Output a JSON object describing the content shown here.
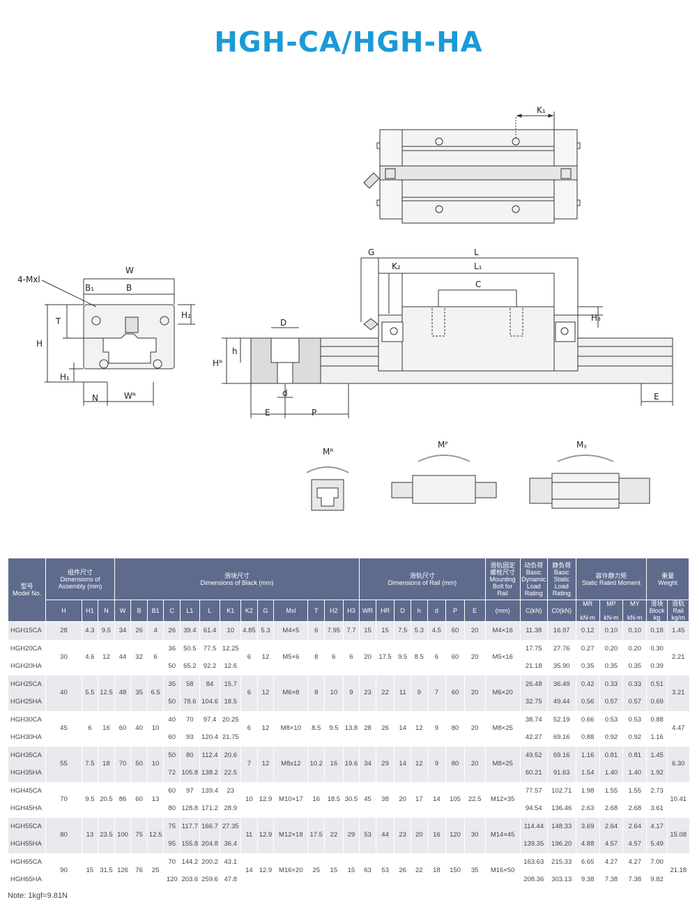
{
  "title": "HGH-CA/HGH-HA",
  "drawing_labels": {
    "k1": "K₁",
    "g": "G",
    "l": "L",
    "k2": "K₂",
    "l1": "L₁",
    "c": "C",
    "h3": "H₃",
    "w": "W",
    "b1": "B₁",
    "b": "B",
    "mxl": "4-Mxl",
    "t": "T",
    "h": "H",
    "h2": "H₂",
    "h1": "H₁",
    "n": "N",
    "wr": "Wᴿ",
    "d_upper": "D",
    "hr": "Hᴿ",
    "h_small": "h",
    "d_lower": "d",
    "e_left": "E",
    "p": "P",
    "e_right": "E",
    "mr": "Mᴿ",
    "mp": "Mᴾ",
    "my": "Mᵧ"
  },
  "table": {
    "header_groups": {
      "model": "型号\nModel No.",
      "assembly": "组件尺寸\nDimensions of\nAssembly (mm)",
      "block": "滑块尺寸\nDimensions of Black (mm)",
      "rail": "滑轨尺寸\nDimensions of Rail (mm)",
      "bolt": "滑轨固定\n螺栓尺寸\nMounting\nBolt for\nRail",
      "dynamic": "动负荷\nBasic\nDynamic\nLoad\nRating",
      "static": "静负荷\nBasic\nStatic\nLoad\nRating",
      "moment": "容许静力矩\nStatic Rated Moment",
      "weight": "重量\nWeight"
    },
    "sub_headers": [
      "H",
      "H1",
      "N",
      "W",
      "B",
      "B1",
      "C",
      "L1",
      "L",
      "K1",
      "K2",
      "G",
      "Mxl",
      "T",
      "H2",
      "H3",
      "WR",
      "HR",
      "D",
      "h",
      "d",
      "P",
      "E",
      "(mm)",
      "C(kN)",
      "C0(kN)",
      "MR\n\nkN-m",
      "MP\n\nkN-m",
      "MY\n\nkN-m",
      "滑块\nBlock\nkg",
      "滑轨\nRail\nkg/m"
    ],
    "groups": [
      {
        "shade": 0,
        "rows": [
          [
            "HGH15CA",
            "28",
            "4.3",
            "9.5",
            "34",
            "26",
            "4",
            "26",
            "39.4",
            "61.4",
            "10",
            "4.85",
            "5.3",
            "M4×5",
            "6",
            "7.95",
            "7.7",
            "15",
            "15",
            "7.5",
            "5.3",
            "4.5",
            "60",
            "20",
            "M4×16",
            "11.38",
            "16.97",
            "0.12",
            "0.10",
            "0.10",
            "0.18",
            "1.45"
          ]
        ]
      },
      {
        "shade": 1,
        "rows": [
          [
            "HGH20CA",
            "",
            "",
            "",
            "",
            "",
            "",
            "36",
            "50.5",
            "77.5",
            "12.25",
            "",
            "",
            "",
            "",
            "",
            "",
            "",
            "",
            "",
            "",
            "",
            "",
            "",
            "",
            "17.75",
            "27.76",
            "0.27",
            "0.20",
            "0.20",
            "0.30",
            ""
          ],
          [
            "",
            "30",
            "4.6",
            "12",
            "44",
            "32",
            "6",
            "",
            "",
            "",
            "",
            "6",
            "12",
            "M5×6",
            "8",
            "6",
            "6",
            "20",
            "17.5",
            "9.5",
            "8.5",
            "6",
            "60",
            "20",
            "M5×16",
            "",
            "",
            "",
            "",
            "",
            "",
            "2.21"
          ],
          [
            "HGH20HA",
            "",
            "",
            "",
            "",
            "",
            "",
            "50",
            "65.2",
            "92.2",
            "12.6",
            "",
            "",
            "",
            "",
            "",
            "",
            "",
            "",
            "",
            "",
            "",
            "",
            "",
            "",
            "21.18",
            "35.90",
            "0.35",
            "0.35",
            "0.35",
            "0.39",
            ""
          ]
        ]
      },
      {
        "shade": 0,
        "rows": [
          [
            "HGH25CA",
            "",
            "",
            "",
            "",
            "",
            "",
            "35",
            "58",
            "84",
            "15.7",
            "",
            "",
            "",
            "",
            "",
            "",
            "",
            "",
            "",
            "",
            "",
            "",
            "",
            "",
            "26.48",
            "36.49",
            "0.42",
            "0.33",
            "0.33",
            "0.51",
            ""
          ],
          [
            "",
            "40",
            "5.5",
            "12.5",
            "48",
            "35",
            "6.5",
            "",
            "",
            "",
            "",
            "6",
            "12",
            "M6×8",
            "8",
            "10",
            "9",
            "23",
            "22",
            "11",
            "9",
            "7",
            "60",
            "20",
            "M6×20",
            "",
            "",
            "",
            "",
            "",
            "",
            "3.21"
          ],
          [
            "HGH25HA",
            "",
            "",
            "",
            "",
            "",
            "",
            "50",
            "78.6",
            "104.6",
            "18.5",
            "",
            "",
            "",
            "",
            "",
            "",
            "",
            "",
            "",
            "",
            "",
            "",
            "",
            "",
            "32.75",
            "49.44",
            "0.56",
            "0.57",
            "0.57",
            "0.69",
            ""
          ]
        ]
      },
      {
        "shade": 1,
        "rows": [
          [
            "HGH30CA",
            "",
            "",
            "",
            "",
            "",
            "",
            "40",
            "70",
            "97.4",
            "20.25",
            "",
            "",
            "",
            "",
            "",
            "",
            "",
            "",
            "",
            "",
            "",
            "",
            "",
            "",
            "38.74",
            "52.19",
            "0.66",
            "0.53",
            "0.53",
            "0.88",
            ""
          ],
          [
            "",
            "45",
            "6",
            "16",
            "60",
            "40",
            "10",
            "",
            "",
            "",
            "",
            "6",
            "12",
            "M8×10",
            "8.5",
            "9.5",
            "13.8",
            "28",
            "26",
            "14",
            "12",
            "9",
            "80",
            "20",
            "M8×25",
            "",
            "",
            "",
            "",
            "",
            "",
            "4.47"
          ],
          [
            "HGH30HA",
            "",
            "",
            "",
            "",
            "",
            "",
            "60",
            "93",
            "120.4",
            "21.75",
            "",
            "",
            "",
            "",
            "",
            "",
            "",
            "",
            "",
            "",
            "",
            "",
            "",
            "",
            "42.27",
            "69.16",
            "0.88",
            "0.92",
            "0.92",
            "1.16",
            ""
          ]
        ]
      },
      {
        "shade": 0,
        "rows": [
          [
            "HGH35CA",
            "",
            "",
            "",
            "",
            "",
            "",
            "50",
            "80",
            "112.4",
            "20.6",
            "",
            "",
            "",
            "",
            "",
            "",
            "",
            "",
            "",
            "",
            "",
            "",
            "",
            "",
            "49.52",
            "69.16",
            "1.16",
            "0.81",
            "0.81",
            "1.45",
            ""
          ],
          [
            "",
            "55",
            "7.5",
            "18",
            "70",
            "50",
            "10",
            "",
            "",
            "",
            "",
            "7",
            "12",
            "M8x12",
            "10.2",
            "16",
            "19.6",
            "34",
            "29",
            "14",
            "12",
            "9",
            "80",
            "20",
            "M8×25",
            "",
            "",
            "",
            "",
            "",
            "",
            "6.30"
          ],
          [
            "HGH35HA",
            "",
            "",
            "",
            "",
            "",
            "",
            "72",
            "105.8",
            "138.2",
            "22.5",
            "",
            "",
            "",
            "",
            "",
            "",
            "",
            "",
            "",
            "",
            "",
            "",
            "",
            "",
            "60.21",
            "91.63",
            "1.54",
            "1.40",
            "1.40",
            "1.92",
            ""
          ]
        ]
      },
      {
        "shade": 1,
        "rows": [
          [
            "HGH45CA",
            "",
            "",
            "",
            "",
            "",
            "",
            "60",
            "97",
            "139.4",
            "23",
            "",
            "",
            "",
            "",
            "",
            "",
            "",
            "",
            "",
            "",
            "",
            "",
            "",
            "",
            "77.57",
            "102.71",
            "1.98",
            "1.55",
            "1.55",
            "2.73",
            ""
          ],
          [
            "",
            "70",
            "9.5",
            "20.5",
            "86",
            "60",
            "13",
            "",
            "",
            "",
            "",
            "10",
            "12.9",
            "M10×17",
            "16",
            "18.5",
            "30.5",
            "45",
            "38",
            "20",
            "17",
            "14",
            "105",
            "22.5",
            "M12×35",
            "",
            "",
            "",
            "",
            "",
            "",
            "10.41"
          ],
          [
            "HGH45HA",
            "",
            "",
            "",
            "",
            "",
            "",
            "80",
            "128.8",
            "171.2",
            "28.9",
            "",
            "",
            "",
            "",
            "",
            "",
            "",
            "",
            "",
            "",
            "",
            "",
            "",
            "",
            "94.54",
            "136.46",
            "2.63",
            "2.68",
            "2.68",
            "3.61",
            ""
          ]
        ]
      },
      {
        "shade": 0,
        "rows": [
          [
            "HGH55CA",
            "",
            "",
            "",
            "",
            "",
            "",
            "75",
            "117.7",
            "166.7",
            "27.35",
            "",
            "",
            "",
            "",
            "",
            "",
            "",
            "",
            "",
            "",
            "",
            "",
            "",
            "",
            "114.44",
            "148.33",
            "3.69",
            "2.64",
            "2.64",
            "4.17",
            ""
          ],
          [
            "",
            "80",
            "13",
            "23.5",
            "100",
            "75",
            "12.5",
            "",
            "",
            "",
            "",
            "11",
            "12.9",
            "M12×18",
            "17.5",
            "22",
            "29",
            "53",
            "44",
            "23",
            "20",
            "16",
            "120",
            "30",
            "M14×45",
            "",
            "",
            "",
            "",
            "",
            "",
            "15.08"
          ],
          [
            "HGH55HA",
            "",
            "",
            "",
            "",
            "",
            "",
            "95",
            "155.8",
            "204.8",
            "36.4",
            "",
            "",
            "",
            "",
            "",
            "",
            "",
            "",
            "",
            "",
            "",
            "",
            "",
            "",
            "139.35",
            "196.20",
            "4.88",
            "4.57",
            "4.57",
            "5.49",
            ""
          ]
        ]
      },
      {
        "shade": 1,
        "rows": [
          [
            "HGH65CA",
            "",
            "",
            "",
            "",
            "",
            "",
            "70",
            "144.2",
            "200.2",
            "43.1",
            "",
            "",
            "",
            "",
            "",
            "",
            "",
            "",
            "",
            "",
            "",
            "",
            "",
            "",
            "163.63",
            "215.33",
            "6.65",
            "4.27",
            "4.27",
            "7.00",
            ""
          ],
          [
            "",
            "90",
            "15",
            "31.5",
            "126",
            "76",
            "25",
            "",
            "",
            "",
            "",
            "14",
            "12.9",
            "M16×20",
            "25",
            "15",
            "15",
            "63",
            "53",
            "26",
            "22",
            "18",
            "150",
            "35",
            "M16×50",
            "",
            "",
            "",
            "",
            "",
            "",
            "21.18"
          ],
          [
            "HGH65HA",
            "",
            "",
            "",
            "",
            "",
            "",
            "120",
            "203.6",
            "259.6",
            "47.8",
            "",
            "",
            "",
            "",
            "",
            "",
            "",
            "",
            "",
            "",
            "",
            "",
            "",
            "",
            "208.36",
            "303.13",
            "9.38",
            "7.38",
            "7.38",
            "9.82",
            ""
          ]
        ]
      }
    ]
  },
  "note": "Note: 1kgf=9.81N"
}
